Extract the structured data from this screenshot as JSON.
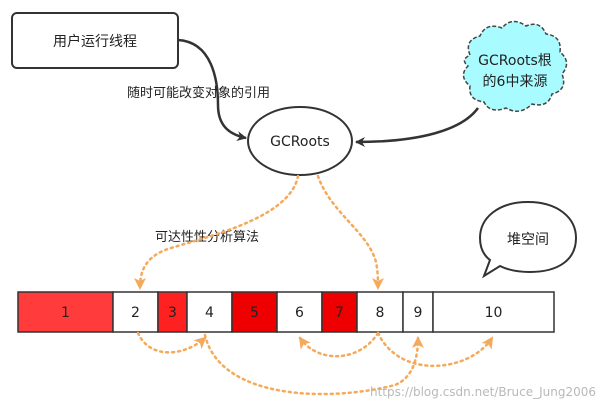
{
  "user_thread": {
    "label": "用户运行线程"
  },
  "reference_note": {
    "label": "随时可能改变对象的引用"
  },
  "gc_roots": {
    "label": "GCRoots"
  },
  "cloud": {
    "line1": "GCRoots根",
    "line2": "的6中来源"
  },
  "reachability_note": {
    "label": "可达性性分析算法"
  },
  "heap_bubble": {
    "label": "堆空间"
  },
  "heap_cells": [
    {
      "label": "1",
      "color": "#ff3b3b"
    },
    {
      "label": "2",
      "color": "#ffffff"
    },
    {
      "label": "3",
      "color": "#ff2020"
    },
    {
      "label": "4",
      "color": "#ffffff"
    },
    {
      "label": "5",
      "color": "#ee0000"
    },
    {
      "label": "6",
      "color": "#ffffff"
    },
    {
      "label": "7",
      "color": "#ee0000"
    },
    {
      "label": "8",
      "color": "#ffffff"
    },
    {
      "label": "9",
      "color": "#ffffff"
    },
    {
      "label": "10",
      "color": "#ffffff"
    }
  ],
  "watermark": {
    "text": "https://blog.csdn.net/Bruce_Jung2006"
  },
  "colors": {
    "dashed_arrow": "#f5a95a",
    "solid_arrow": "#333333",
    "cloud_fill": "#a8fbff",
    "reachable_object": "#ffffff",
    "garbage_object": "#ee0000"
  }
}
